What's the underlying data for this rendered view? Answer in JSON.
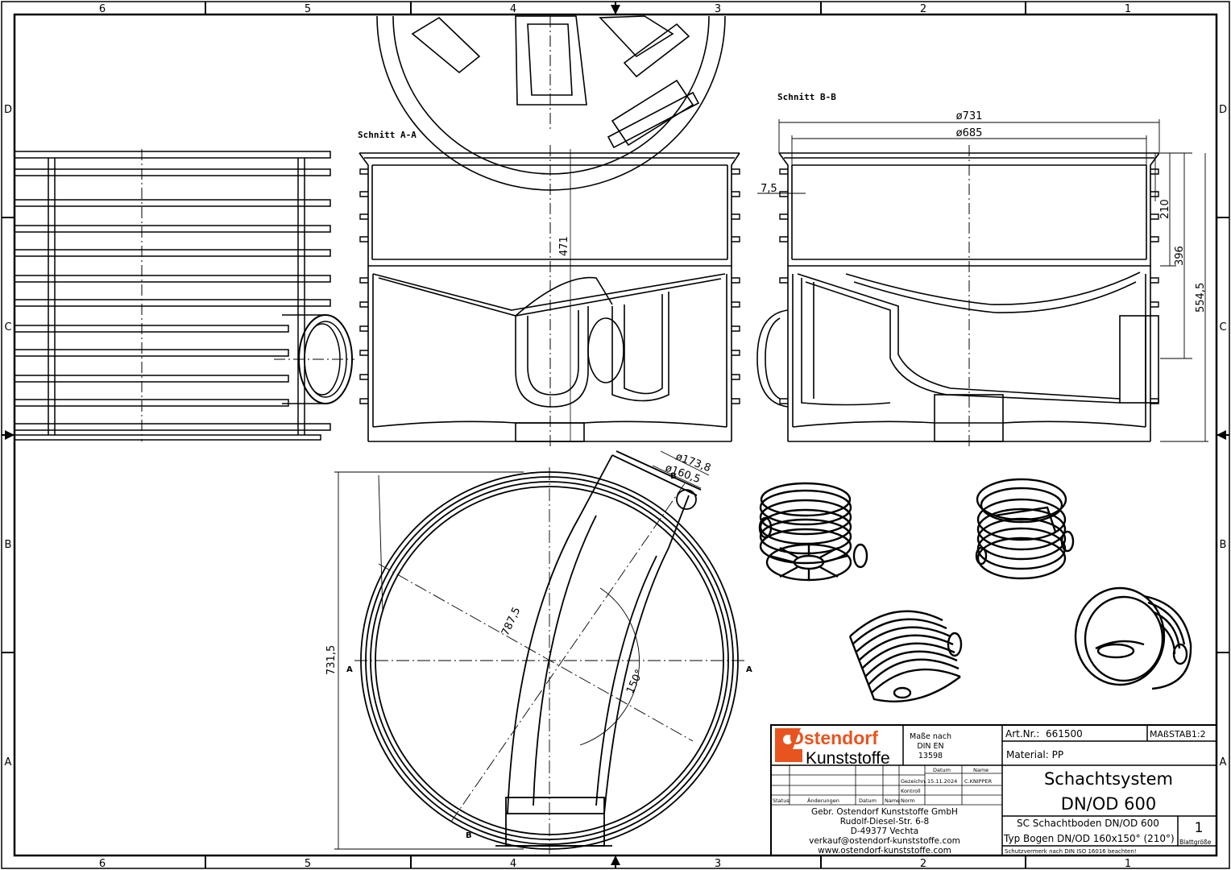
{
  "zones": {
    "columns": [
      "6",
      "5",
      "4",
      "3",
      "2",
      "1"
    ],
    "rows": [
      "D",
      "C",
      "B",
      "A"
    ]
  },
  "views": {
    "section_aa_label": "Schnitt A-A",
    "section_bb_label": "Schnitt B-B",
    "cut_marker": "A",
    "cut_marker_b": "B"
  },
  "dimensions": {
    "outer_diameter": "ø731",
    "inner_diameter": "ø685",
    "wall": "7,5",
    "height_aa": "471",
    "h210": "210",
    "h396": "396",
    "h554": "554,5",
    "socket_outer": "ø173,8",
    "socket_inner": "ø160,5",
    "overall_width": "731,5",
    "pipe_length": "787,5",
    "angle": "150°"
  },
  "title_block": {
    "brand_top": "Ostendorf",
    "brand_bottom": "Kunststoffe",
    "standard": [
      "Maße nach",
      "DIN EN",
      "13598"
    ],
    "col_datum": "Datum",
    "col_name": "Name",
    "row_gezeichn": "Gezeichn.",
    "row_kontroll": "Kontroll",
    "row_norm": "Norm",
    "row_status": "Status",
    "row_aenderungen": "Änderungen",
    "row_datum": "Datum",
    "row_name": "Name",
    "drawn_date": "15.11.2024",
    "drawn_by": "C.KNIPPER",
    "company": [
      "Gebr. Ostendorf Kunststoffe GmbH",
      "Rudolf-Diesel-Str. 6-8",
      "D-49377 Vechta",
      "verkauf@ostendorf-kunststoffe.com",
      "www.ostendorf-kunststoffe.com"
    ],
    "art_nr_label": "Art.Nr.:",
    "art_nr": "661500",
    "scale": "MAßSTAB1:2",
    "material": "Material: PP",
    "title_1": "Schachtsystem",
    "title_2": "DN/OD 600",
    "subtitle_1": "SC Schachtboden DN/OD 600",
    "subtitle_2": "Typ Bogen DN/OD 160x150° (210°)",
    "sheet_no": "1",
    "sheet_label": "Blattgröße",
    "protection": "Schutzvermerk nach DIN ISO 16016 beachten!"
  },
  "colors": {
    "line": "#000000",
    "logo_orange": "#e8541f",
    "paper": "#ffffff"
  }
}
